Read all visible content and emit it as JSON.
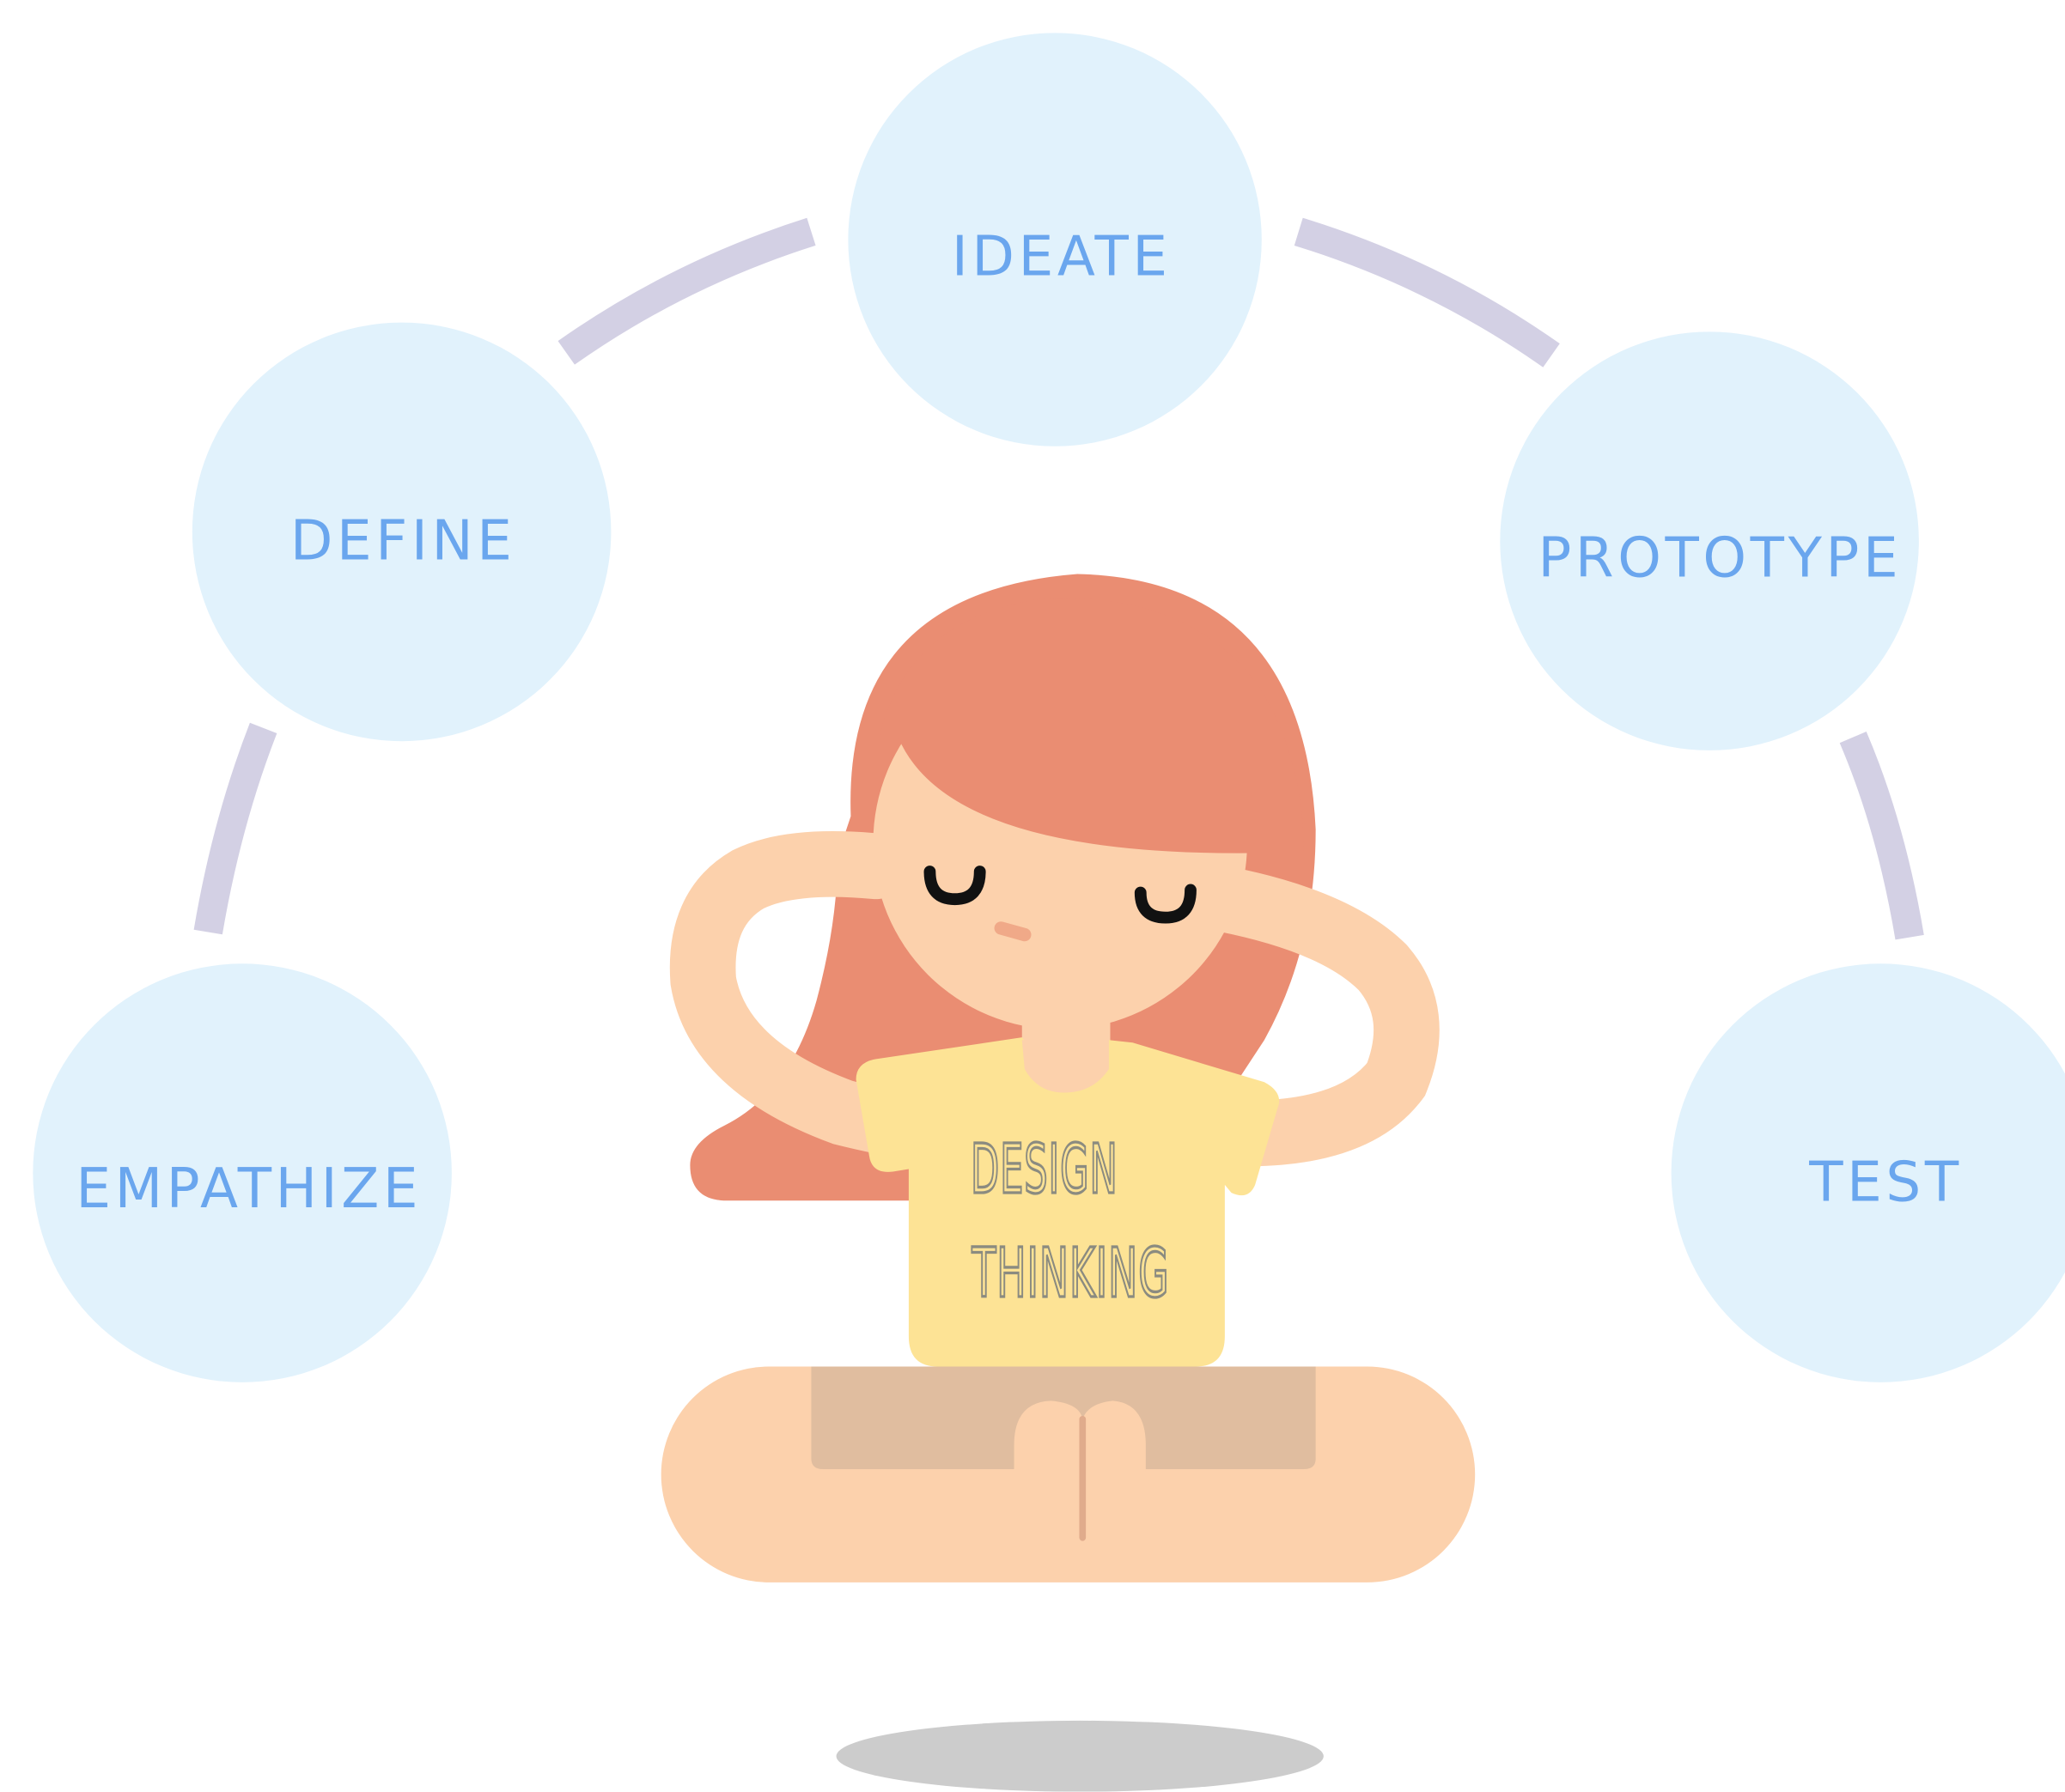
{
  "stages": [
    {
      "id": "empathize",
      "label": "EMPATHIZE"
    },
    {
      "id": "define",
      "label": "DEFINE"
    },
    {
      "id": "ideate",
      "label": "IDEATE"
    },
    {
      "id": "prototype",
      "label": "PROTOTYPE"
    },
    {
      "id": "test",
      "label": "TEST"
    }
  ],
  "shirt": {
    "line1": "DESIGN",
    "line2": "THINKING"
  },
  "colors": {
    "circle_fill": "#e1f2fc",
    "label": "#6aa6ee",
    "arc": "#d3d0e4",
    "hair": "#ea8d72",
    "skin": "#fcd1ac",
    "shirt": "#fde395",
    "shorts": "#e0bd9f",
    "shadow": "#cccccc"
  }
}
